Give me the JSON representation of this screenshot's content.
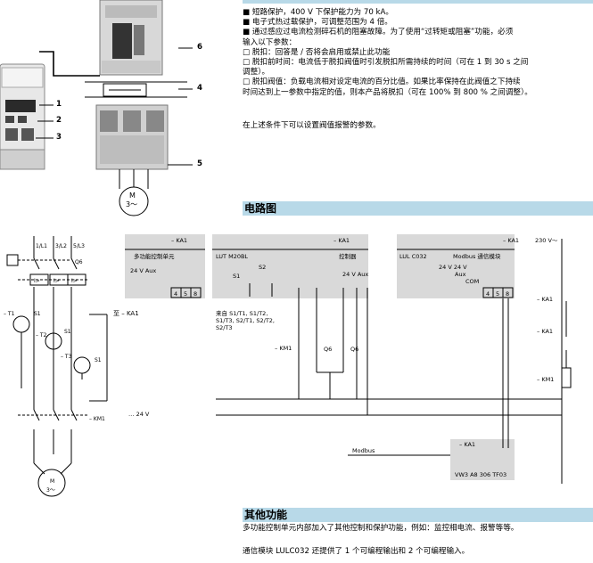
{
  "top_section": {
    "bullets": [
      "■ 短路保护，400 V 下保护能力为 70 kA。",
      "■ 电子式热过载保护，可调整范围为 4 倍。",
      "■ 通过感应过电流检测碎石机的阻塞故障。为了使用“过转矩或阻塞”功能，必须",
      "输入以下参数：",
      "□ 脱扣：回答是 / 否将会启用或禁止此功能",
      "□ 脱扣前时间：电流低于脱扣阀值时引发脱扣所需持续的时间（可在 1 到 30 s 之间",
      "调整）。",
      "□ 脱扣阀值：负载电流相对设定电流的百分比值。如果比率保持在此阀值之下持续",
      "时间达到上一参数中指定的值，则本产品将脱扣（可在 100% 到 800 % 之间调整）。"
    ],
    "note": "在上述条件下可以设置阀值报警的参数。"
  },
  "product_callouts": [
    "1",
    "2",
    "3",
    "4",
    "5",
    "6"
  ],
  "motor_label": {
    "m": "M",
    "phase": "3～"
  },
  "circuit_section": {
    "title": "电路图"
  },
  "schematic": {
    "ka1": "– KA1",
    "multi_unit": "多功能控制单元",
    "aux24": "24 V Aux",
    "lut_title": "LUT M20BL",
    "controller": "控制器",
    "lul_title": "LUL C032",
    "modbus_module": "Modbus 通信模块",
    "s1": "S1",
    "s2": "S2",
    "from_s": [
      "来自 S1/T1, S1/T2,",
      "S1/T3, S2/T1, S2/T2,",
      "S2/T3"
    ],
    "v230": "230 V～",
    "v24": "24 V",
    "modbus": "Modbus",
    "ref": "VW3 A8 306 TF03",
    "km1": "– KM1",
    "q6": "Q6",
    "term_row": [
      "4",
      "5",
      "8"
    ],
    "to_ka1": "至 – KA1"
  },
  "other_section": {
    "title": "其他功能",
    "line1": "多功能控制单元内部加入了其他控制和保护功能，例如：监控相电流、报警等等。",
    "line2": "通信模块 LULC032 还提供了 1 个可编程输出和 2 个可编程输入。"
  },
  "colors": {
    "bar": "#b8d9e8",
    "panel": "#d9d9d9",
    "line": "#000000"
  }
}
